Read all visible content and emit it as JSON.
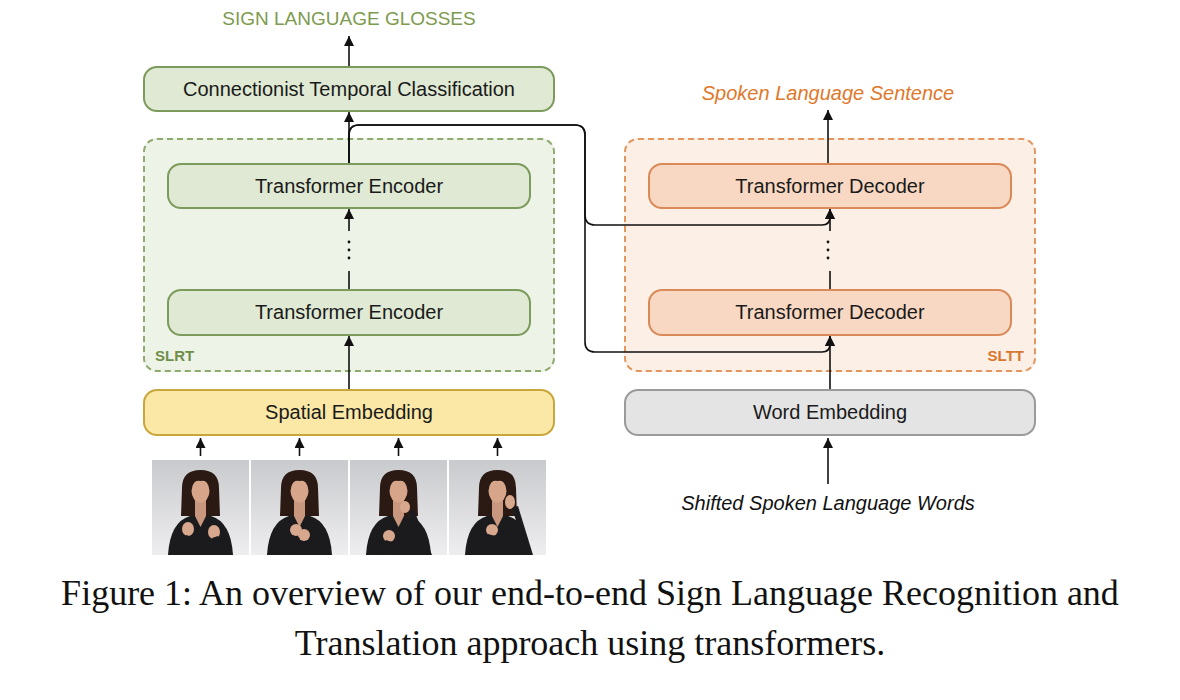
{
  "diagram": {
    "caption": "Figure 1: An overview of our end-to-end Sign Language Recognition and Translation approach using transformers.",
    "nodes": [
      {
        "text": [
          "Connectionist Temporal Classification"
        ]
      },
      {
        "text": [
          "SLRT"
        ]
      },
      {
        "text": [
          "Transformer Encoder"
        ],
        "in": 1
      },
      {
        "text": [
          "Transformer Encoder"
        ],
        "in": 1
      },
      {
        "text": [
          "SLTT"
        ]
      },
      {
        "text": [
          "Transformer Decoder"
        ],
        "in": 4
      },
      {
        "text": [
          "Transformer Decoder"
        ],
        "in": 4
      },
      {
        "text": [
          "Spatial Embedding"
        ]
      },
      {
        "text": [
          "Word Embedding"
        ]
      }
    ],
    "edges": [
      {
        "from": 7,
        "to": 3,
        "arrow": "to"
      },
      {
        "from": 3,
        "to": 2,
        "arrow": "to"
      },
      {
        "from": 2,
        "to": 0,
        "arrow": "to"
      },
      {
        "from": 2,
        "to": 5,
        "arrow": "to"
      },
      {
        "from": 2,
        "to": 6,
        "arrow": "to"
      },
      {
        "from": 8,
        "to": 6,
        "arrow": "to"
      },
      {
        "from": 6,
        "to": 5,
        "arrow": "to"
      }
    ],
    "labels": [
      "SIGN LANGUAGE GLOSSES",
      "Spoken Language Sentence",
      "Shifted Spoken Language Words"
    ]
  }
}
